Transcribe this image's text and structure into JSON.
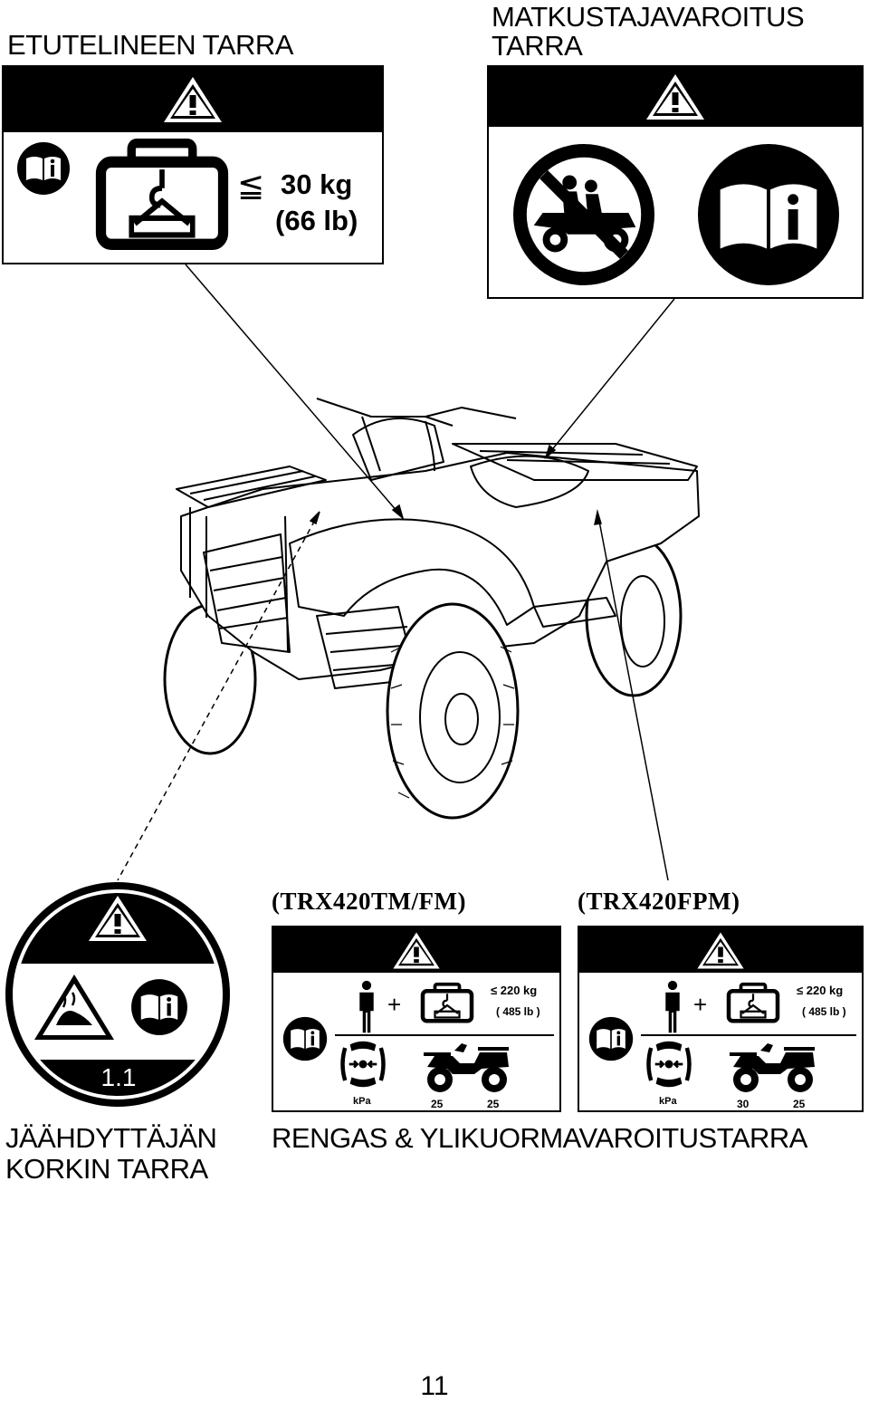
{
  "captions": {
    "front_carrier": "ETUTELINEEN TARRA",
    "passenger_line1": "MATKUSTAJAVAROITUS",
    "passenger_line2": "TARRA",
    "coolant_line1": "JÄÄHDYTTÄJÄN",
    "coolant_line2": "KORKIN TARRA",
    "tire_overload": "RENGAS & YLIKUORMAVAROITUSTARRA"
  },
  "front_label": {
    "weight_kg": "30 kg",
    "weight_lb": "(66 lb)",
    "leq_symbol": "≦"
  },
  "coolant_label": {
    "version": "1.1"
  },
  "tire_labels": [
    {
      "model": "(TRX420TM/FM)",
      "max_load_kg": "≤ 220 kg",
      "max_load_lb": "( 485 lb )",
      "pressure_unit": "kPa",
      "front_pressure": "25",
      "rear_pressure": "25"
    },
    {
      "model": "(TRX420FPM)",
      "max_load_kg": "≤ 220 kg",
      "max_load_lb": "( 485 lb )",
      "pressure_unit": "kPa",
      "front_pressure": "30",
      "rear_pressure": "25"
    }
  ],
  "icons": [
    "warning-triangle-icon",
    "read-manual-icon",
    "cargo-weight-icon",
    "no-passenger-icon",
    "info-manual-icon",
    "hot-steam-warning-icon",
    "rider-icon",
    "cargo-box-icon",
    "tire-pressure-icon",
    "atv-icon"
  ],
  "page_number": "11"
}
